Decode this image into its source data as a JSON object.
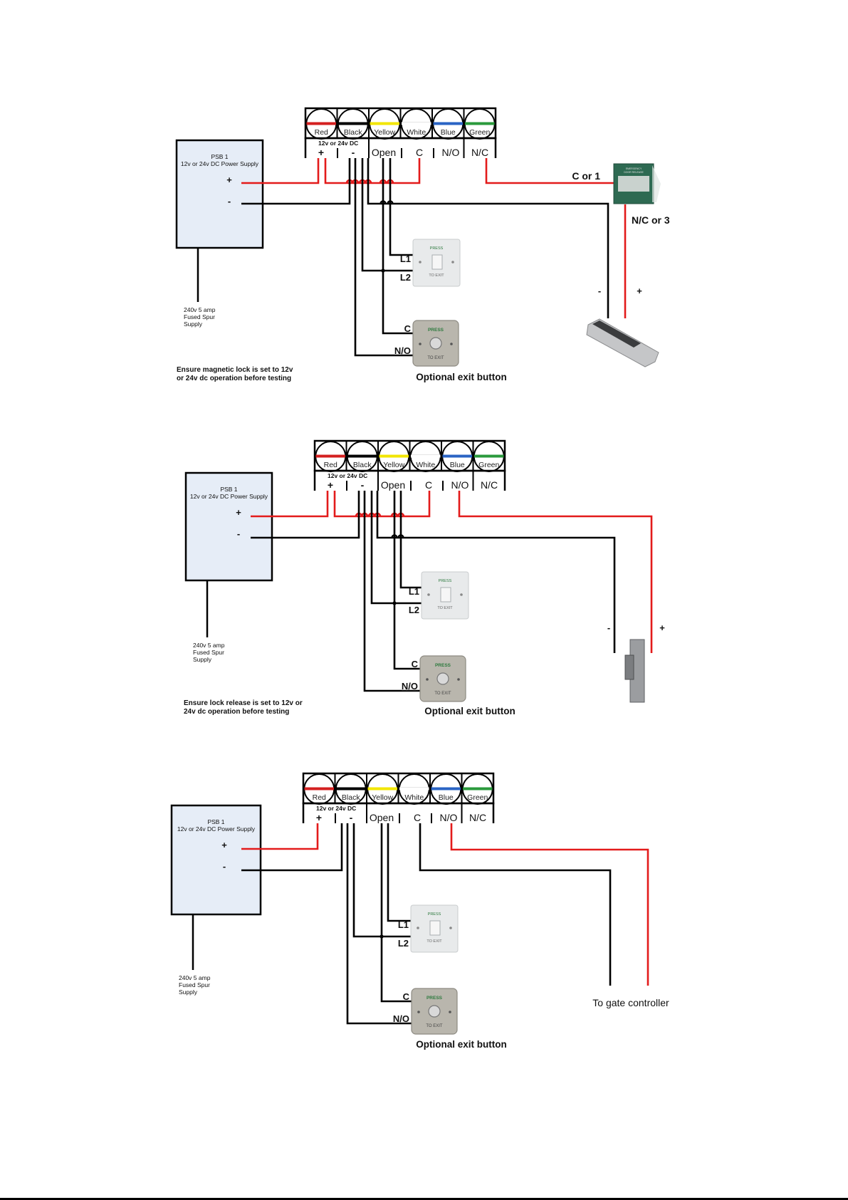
{
  "colors": {
    "wire_positive": "#e31b1b",
    "wire_negative": "#000000",
    "psu_fill": "#e6edf7",
    "terminal_red": "#d42020",
    "terminal_black": "#000000",
    "terminal_yellow": "#f2e600",
    "terminal_white": "#ffffff",
    "terminal_blue": "#2a64c4",
    "terminal_green": "#2a9a3c",
    "breakglass_green": "#2e6a52",
    "button_face_white": "#e8eaeb",
    "button_face_steel": "#b9b6ad",
    "button_text_green": "#2d7a3e"
  },
  "terminal_block": {
    "wire_labels": [
      "Red",
      "Black",
      "Yellow",
      "White",
      "Blue",
      "Green"
    ],
    "wire_colors": [
      "#d42020",
      "#000000",
      "#f2e600",
      "#ffffff",
      "#2a64c4",
      "#2a9a3c"
    ],
    "dc_label": "12v or 24v DC",
    "terminals": [
      "+",
      "-",
      "Open",
      "C",
      "N/O",
      "N/C"
    ]
  },
  "psu": {
    "name": "PSB 1",
    "description": "12v or 24v DC Power Supply",
    "plus": "+",
    "minus": "-",
    "mains_lines": [
      "240v 5 amp",
      "Fused Spur",
      "Supply"
    ]
  },
  "exit_switch": {
    "top_text": "PRESS",
    "bottom_text": "TO  EXIT",
    "l1": "L1",
    "l2": "L2"
  },
  "optional_button": {
    "top_text": "PRESS",
    "bottom_text": "TO EXIT",
    "c": "C",
    "no": "N/O",
    "caption": "Optional exit button"
  },
  "diagrams": [
    {
      "id": "maglock",
      "note_lines": [
        "Ensure magnetic lock is set to 12v",
        "or 24v dc operation before testing"
      ],
      "breakglass_label_c": "C or 1",
      "breakglass_label_nc": "N/C or 3",
      "breakglass_text": [
        "EMERGENCY",
        "DOOR RELEASE"
      ],
      "lock_minus": "-",
      "lock_plus": "+"
    },
    {
      "id": "lock-release",
      "note_lines": [
        "Ensure lock release is set to 12v or",
        "24v dc operation before testing"
      ],
      "lock_minus": "-",
      "lock_plus": "+"
    },
    {
      "id": "gate",
      "gate_label": "To gate controller"
    }
  ]
}
